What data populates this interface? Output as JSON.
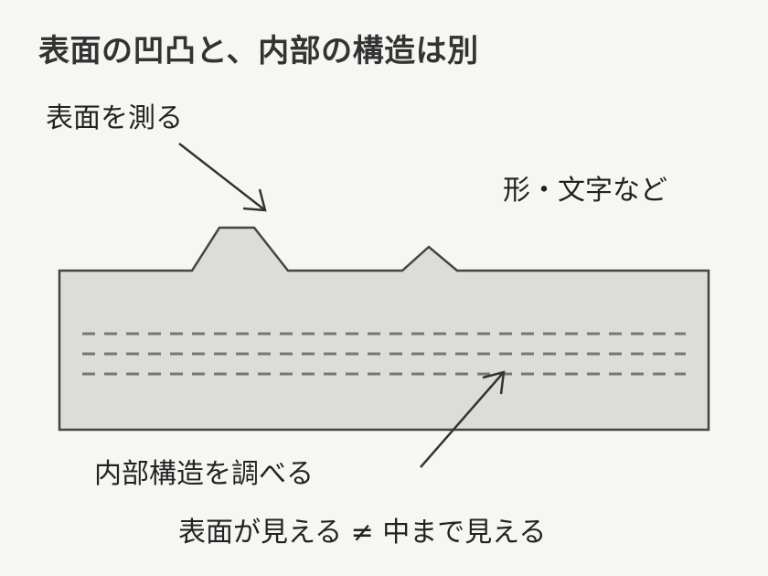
{
  "title": "表面の凹凸と、内部の構造は別",
  "labels": {
    "surface_measure": "表面を測る",
    "shape_text": "形・文字など",
    "internal_measure": "内部構造を調べる",
    "bottom_statement": "表面が見える ≠ 中まで見える"
  },
  "colors": {
    "background": "#f6f6f3",
    "block_fill": "#dcdcd8",
    "block_stroke": "#444444",
    "layer_dash": "#777777",
    "arrow": "#333333",
    "text": "#222222"
  }
}
